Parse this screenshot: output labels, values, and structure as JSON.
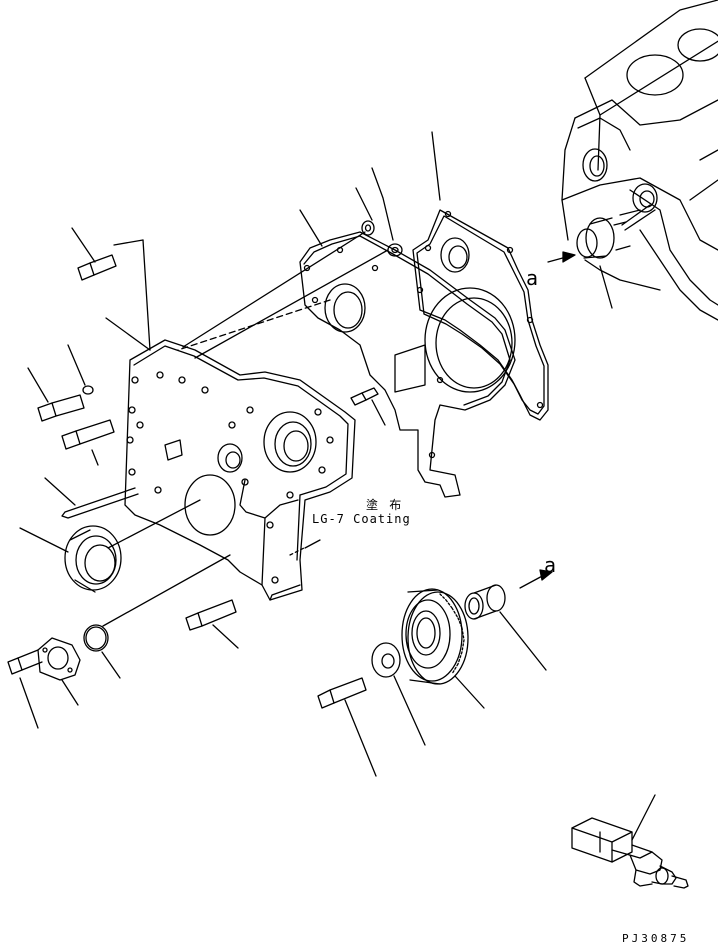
{
  "annotations": {
    "coating_jp": "塗 布",
    "coating_en": "LG-7 Coating",
    "ref_a_top": "a",
    "ref_a_bottom": "a"
  },
  "drawing_number": "PJ30875"
}
